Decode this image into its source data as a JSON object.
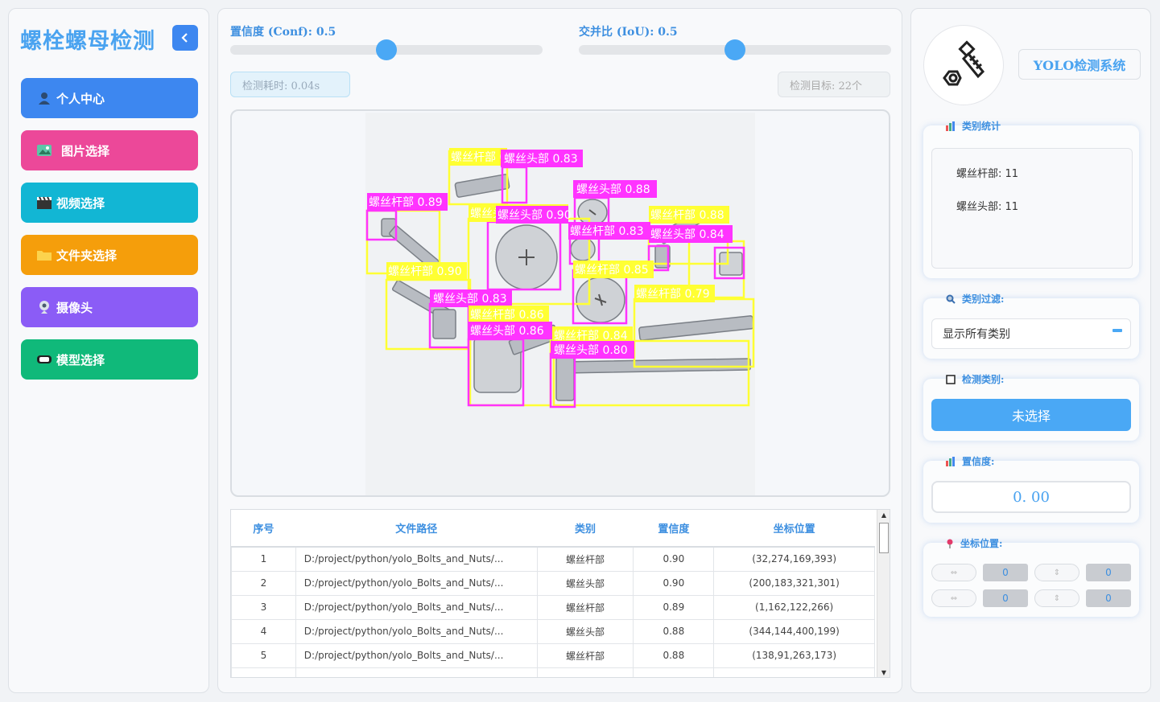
{
  "sidebar": {
    "title": "螺栓螺母检测",
    "items": [
      {
        "label": "个人中心",
        "color": "#3d87f0"
      },
      {
        "label": "图片选择",
        "color": "#ec4899"
      },
      {
        "label": "视频选择",
        "color": "#12b6d4"
      },
      {
        "label": "文件夹选择",
        "color": "#f59e0b"
      },
      {
        "label": "摄像头",
        "color": "#8b5cf6"
      },
      {
        "label": "模型选择",
        "color": "#10b97a"
      }
    ]
  },
  "controls": {
    "conf_label": "置信度 (Conf): 0.5",
    "conf_value": 0.5,
    "iou_label": "交并比 (IoU): 0.5",
    "iou_value": 0.5,
    "time_label": "检测耗时: 0.04s",
    "target_label": "检测目标: 22个"
  },
  "detections": [
    {
      "label": "螺丝杆部 0.88",
      "type": "rod"
    },
    {
      "label": "螺丝头部 0.83",
      "type": "head"
    },
    {
      "label": "螺丝头部 0.88",
      "type": "head"
    },
    {
      "label": "螺丝杆部 0.89",
      "type": "rod"
    },
    {
      "label": "螺丝头部 0.89",
      "type": "head"
    },
    {
      "label": "螺丝头部 0.90",
      "type": "head"
    },
    {
      "label": "螺丝杆部 0.88",
      "type": "rod"
    },
    {
      "label": "螺丝杆部 0.83",
      "type": "rod"
    },
    {
      "label": "螺丝头部 0.84",
      "type": "head"
    },
    {
      "label": "螺丝杆部 0.90",
      "type": "rod"
    },
    {
      "label": "螺丝杆部 0.85",
      "type": "rod"
    },
    {
      "label": "螺丝杆部 0.79",
      "type": "rod"
    },
    {
      "label": "螺丝头部 0.83",
      "type": "head"
    },
    {
      "label": "螺丝杆部 0.86",
      "type": "rod"
    },
    {
      "label": "螺丝头部 0.86",
      "type": "head"
    },
    {
      "label": "螺丝杆部 0.84",
      "type": "rod"
    },
    {
      "label": "螺丝头部 0.80",
      "type": "head"
    }
  ],
  "table": {
    "headers": [
      "序号",
      "文件路径",
      "类别",
      "置信度",
      "坐标位置"
    ],
    "rows": [
      [
        "1",
        "D:/project/python/yolo_Bolts_and_Nuts/...",
        "螺丝杆部",
        "0.90",
        "(32,274,169,393)"
      ],
      [
        "2",
        "D:/project/python/yolo_Bolts_and_Nuts/...",
        "螺丝头部",
        "0.90",
        "(200,183,321,301)"
      ],
      [
        "3",
        "D:/project/python/yolo_Bolts_and_Nuts/...",
        "螺丝杆部",
        "0.89",
        "(1,162,122,266)"
      ],
      [
        "4",
        "D:/project/python/yolo_Bolts_and_Nuts/...",
        "螺丝头部",
        "0.88",
        "(344,144,400,199)"
      ],
      [
        "5",
        "D:/project/python/yolo_Bolts_and_Nuts/...",
        "螺丝杆部",
        "0.88",
        "(138,91,263,173)"
      ]
    ]
  },
  "right": {
    "system_title": "YOLO检测系统",
    "stats_title": "类别统计",
    "stats": [
      "螺丝杆部: 11",
      "螺丝头部: 11"
    ],
    "filter_title": "类别过滤:",
    "filter_value": "显示所有类别",
    "det_class_title": "检测类别:",
    "det_class_btn": "未选择",
    "conf_title": "置信度:",
    "conf_value": "0. 00",
    "coord_title": "坐标位置:",
    "coords": [
      "0",
      "0",
      "0",
      "0"
    ]
  },
  "colors": {
    "accent": "#4aa8f5",
    "rod_box": "#ffff33",
    "head_box": "#ff33ff"
  }
}
